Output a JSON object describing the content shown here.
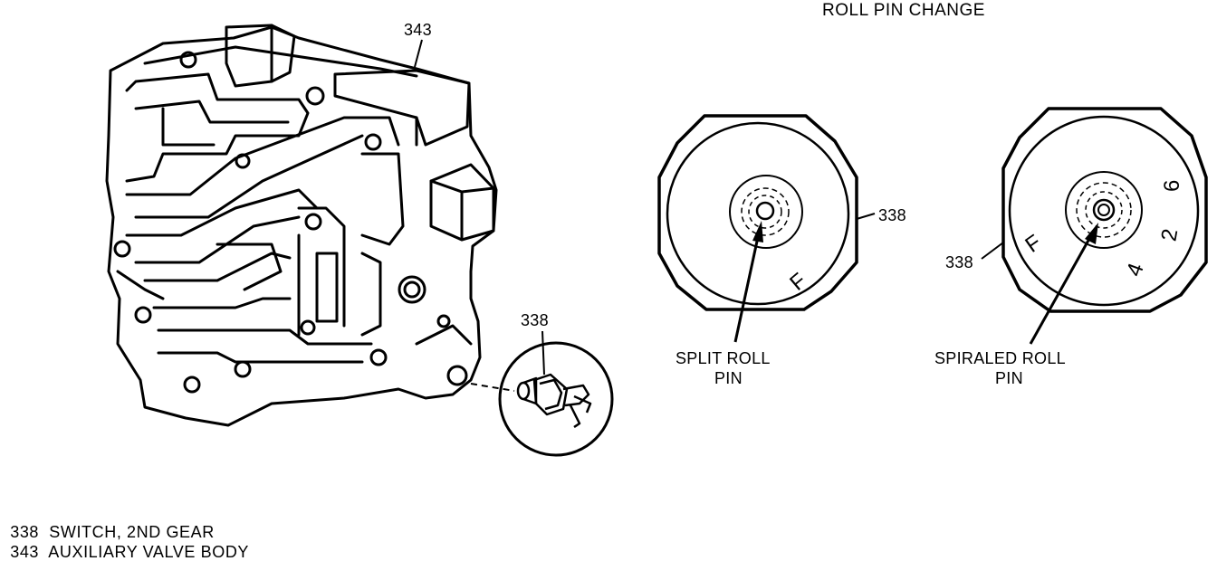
{
  "title": "ROLL PIN CHANGE",
  "callouts": {
    "valve_body_number": "343",
    "switch_number": "338",
    "left_switch_number": "338",
    "right_switch_number": "338"
  },
  "roll_pins": {
    "split_line1": "SPLIT ROLL",
    "split_line2": "PIN",
    "spiraled_line1": "SPIRALED ROLL",
    "spiraled_line2": "PIN"
  },
  "dial_marks": {
    "left": [
      "F"
    ],
    "right": [
      "F",
      "4",
      "2",
      "6"
    ]
  },
  "legend": [
    {
      "number": "338",
      "text": "SWITCH, 2ND GEAR"
    },
    {
      "number": "343",
      "text": "AUXILIARY VALVE BODY"
    }
  ],
  "colors": {
    "line": "#000000",
    "background": "#ffffff"
  }
}
